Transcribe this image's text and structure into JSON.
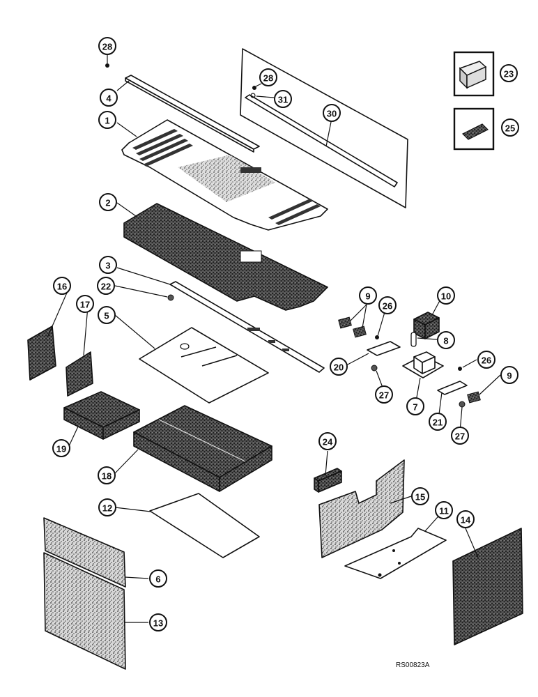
{
  "diagram": {
    "reference_code": "RS00823A",
    "callouts": [
      "28",
      "4",
      "1",
      "28",
      "31",
      "30",
      "23",
      "25",
      "2",
      "3",
      "22",
      "16",
      "17",
      "5",
      "9",
      "26",
      "10",
      "8",
      "20",
      "27",
      "7",
      "26",
      "9",
      "21",
      "27",
      "19",
      "18",
      "24",
      "15",
      "11",
      "12",
      "14",
      "6",
      "13"
    ]
  }
}
